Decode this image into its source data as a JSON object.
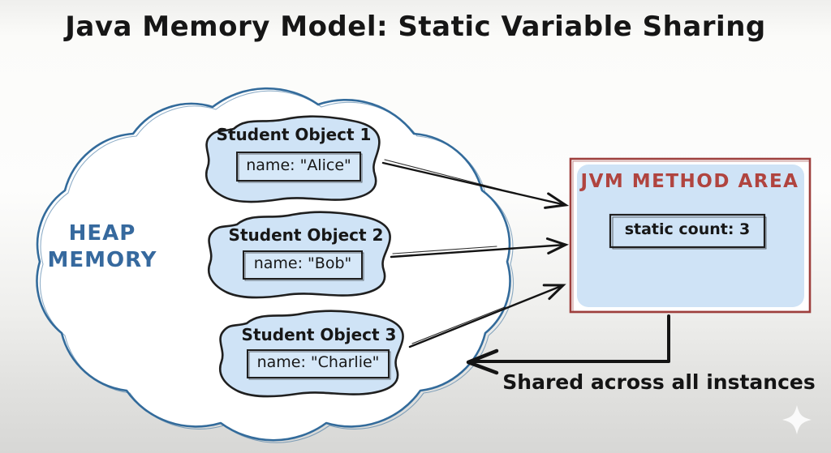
{
  "title": "Java Memory Model: Static Variable Sharing",
  "heap": {
    "label_line1": "HEAP",
    "label_line2": "MEMORY",
    "objects": [
      {
        "title": "Student Object 1",
        "field": "name: \"Alice\""
      },
      {
        "title": "Student Object 2",
        "field": "name: \"Bob\""
      },
      {
        "title": "Student Object 3",
        "field": "name: \"Charlie\""
      }
    ]
  },
  "method_area": {
    "title": "JVM METHOD AREA",
    "field": "static count: 3"
  },
  "annotation": "Shared across all instances",
  "icons": {
    "sparkle": "four-point-star-watermark"
  },
  "colors": {
    "background_top": "#fdfdfc",
    "background_bottom": "#d7d7d5",
    "cloud_outline": "#336b9b",
    "cloud_fill": "#ffffff",
    "object_fill": "#cfe3f6",
    "object_outline": "#1f1f1f",
    "method_area_border": "#9e3f3d",
    "method_area_fill": "#cfe3f6",
    "method_area_title": "#b0443f",
    "heap_label": "#36699e",
    "ink": "#1f1f1f"
  }
}
